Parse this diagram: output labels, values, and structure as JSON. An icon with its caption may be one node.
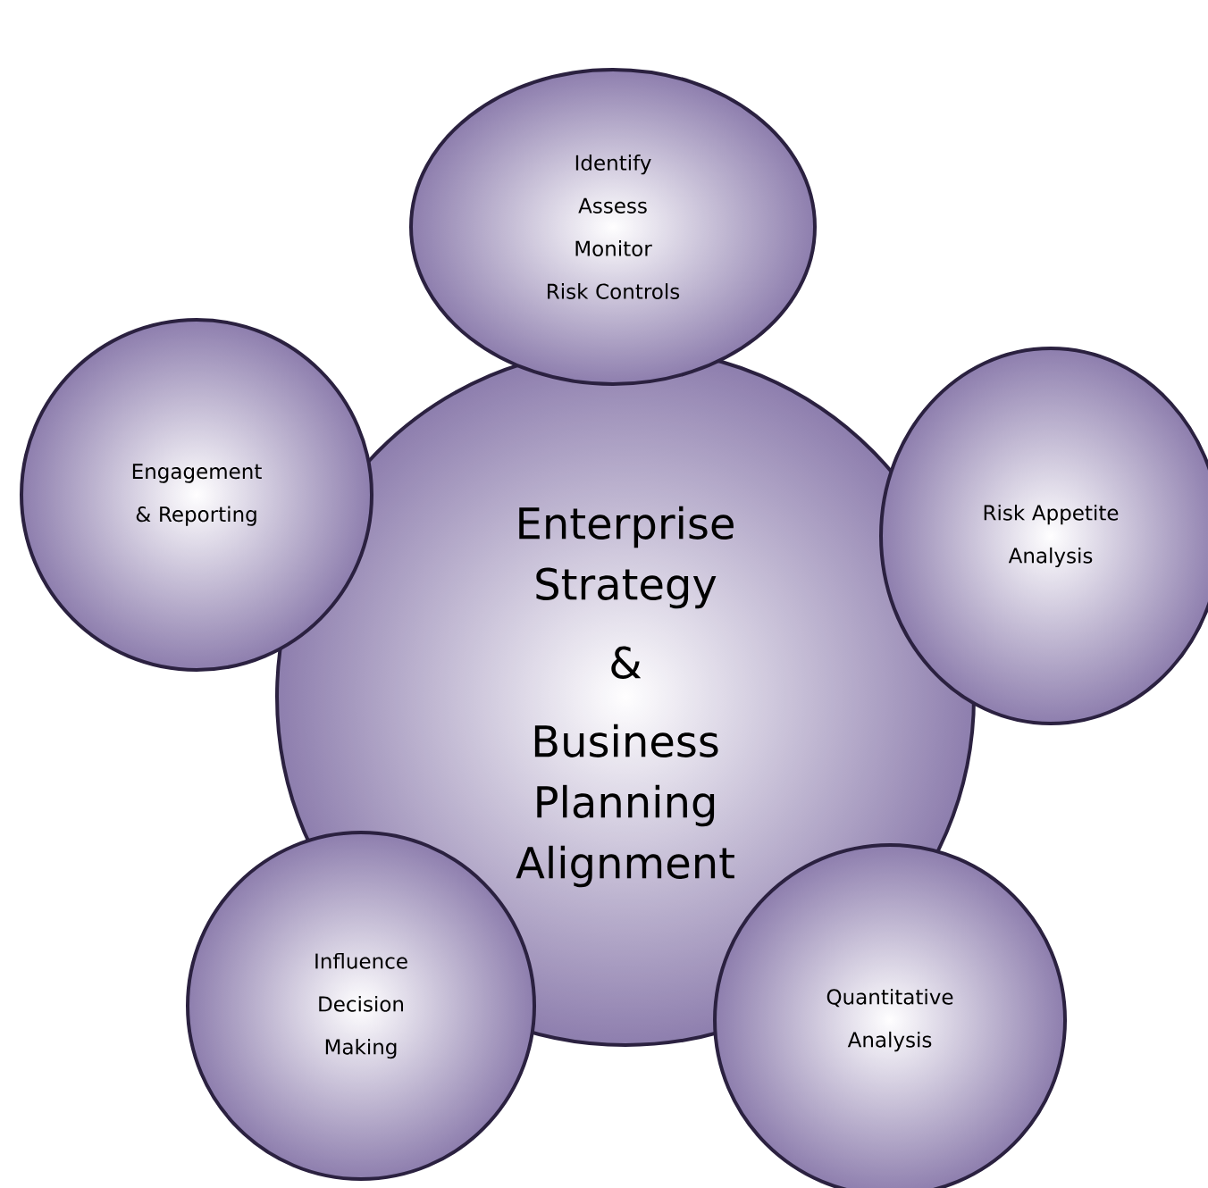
{
  "diagram": {
    "nodes": [
      {
        "text": [
          "Enterprise Strategy",
          "&",
          "Business Planning Alignment"
        ]
      },
      {
        "text": [
          "Identify",
          "Assess",
          "Monitor",
          "Risk Controls"
        ]
      },
      {
        "text": [
          "Engagement & Reporting"
        ]
      },
      {
        "text": [
          "Risk Appetite Analysis"
        ]
      },
      {
        "text": [
          "Influence Decision Making"
        ]
      },
      {
        "text": [
          "Quantitative Analysis"
        ]
      }
    ]
  }
}
